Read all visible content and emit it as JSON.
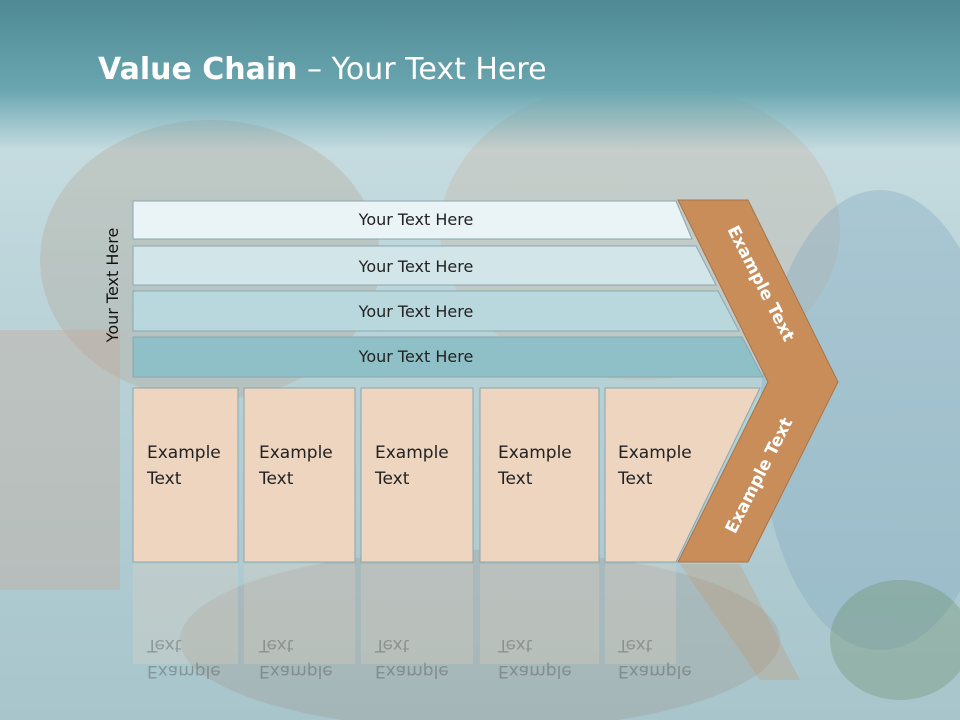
{
  "slide": {
    "title_bold": "Value Chain",
    "title_rest": " – Your Text Here",
    "side_label": "Your Text Here"
  },
  "bars": [
    {
      "label": "Your Text Here",
      "color": "#eaf3f5"
    },
    {
      "label": "Your Text Here",
      "color": "#d2e6ea"
    },
    {
      "label": "Your Text Here",
      "color": "#b9d8de"
    },
    {
      "label": "Your Text Here",
      "color": "#8fc0c8"
    }
  ],
  "columns": [
    {
      "line1": "Example",
      "line2": "Text"
    },
    {
      "line1": "Example",
      "line2": "Text"
    },
    {
      "line1": "Example",
      "line2": "Text"
    },
    {
      "line1": "Example",
      "line2": "Text"
    },
    {
      "line1": "Example",
      "line2": "Text"
    }
  ],
  "chevron": {
    "upper_text": "Example Text",
    "lower_text": "Example Text",
    "color": "#c98d5a"
  },
  "colors": {
    "column_fill": "#edd5c0",
    "border": "#8aa7ad"
  }
}
